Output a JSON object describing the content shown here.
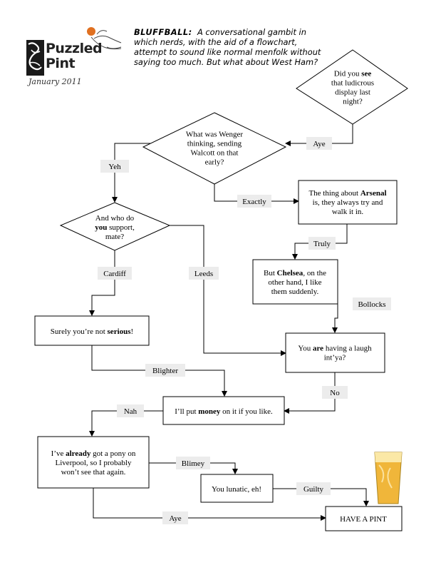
{
  "logo": {
    "line1": "Puzzled",
    "line2": "Pint",
    "month": "January 2011"
  },
  "intro": {
    "term": "BLUFFBALL:",
    "definition": "A conversational gambit in which nerds, with the aid of a flowchart, attempt to sound like normal menfolk without saying too much. But what about West Ham?"
  },
  "nodes": {
    "n1": [
      "Did you <b>see</b>",
      "that ludicrous",
      "display last",
      "night?"
    ],
    "n2": [
      "What was Wenger",
      "thinking, sending",
      "Walcott on that",
      "early?"
    ],
    "n3": [
      "And who do",
      "<b>you</b> support,",
      "mate?"
    ],
    "n4": [
      "The thing about <b>Arsenal</b>",
      "is, they always try and",
      "walk it in."
    ],
    "n5": [
      "But <b>Chelsea</b>, on the",
      "other hand, I like",
      "them suddenly."
    ],
    "n6": [
      "Surely you’re not <b>serious</b>!"
    ],
    "n7": [
      "You <b>are</b> having a laugh",
      "int’ya?"
    ],
    "n8": [
      "I’ll put <b>money</b> on it if you like."
    ],
    "n9": [
      "I’ve <b>already</b> got a pony on",
      "Liverpool, so I probably",
      "won’t see that again."
    ],
    "n10": [
      "You lunatic, eh!"
    ],
    "n11": [
      "HAVE A PINT"
    ]
  },
  "edge_labels": {
    "aye1": "Aye",
    "yeh": "Yeh",
    "exactly": "Exactly",
    "truly": "Truly",
    "cardiff": "Cardiff",
    "leeds": "Leeds",
    "bollocks": "Bollocks",
    "blighter": "Blighter",
    "no": "No",
    "nah": "Nah",
    "blimey": "Blimey",
    "guilty": "Guilty",
    "aye2": "Aye"
  },
  "colors": {
    "label_bg": "#ececec",
    "line": "#000000"
  }
}
